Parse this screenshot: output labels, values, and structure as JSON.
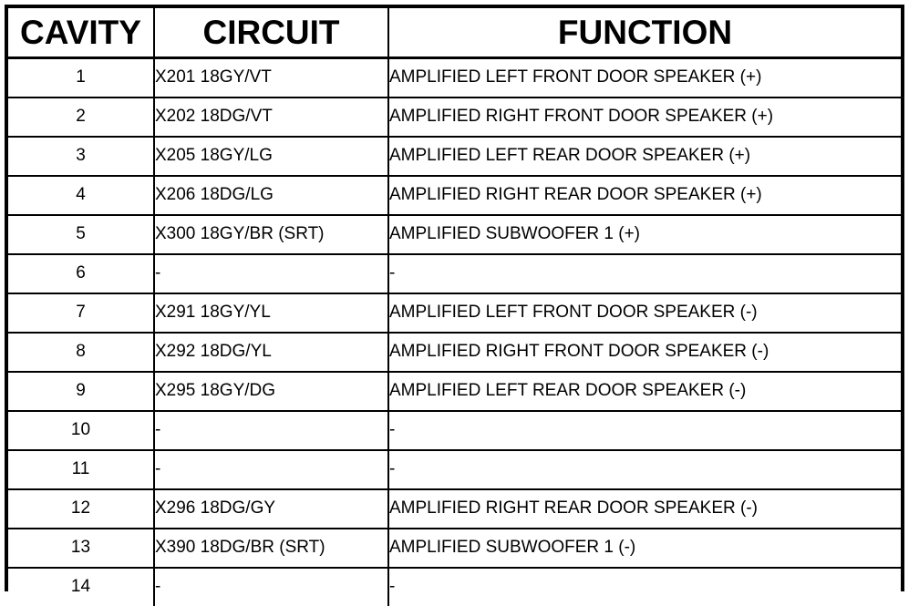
{
  "table": {
    "columns": [
      {
        "key": "cavity",
        "label": "CAVITY"
      },
      {
        "key": "circuit",
        "label": "CIRCUIT"
      },
      {
        "key": "function",
        "label": "FUNCTION"
      }
    ],
    "rows": [
      {
        "cavity": "1",
        "circuit": "X201 18GY/VT",
        "function": "AMPLIFIED LEFT FRONT DOOR SPEAKER (+)"
      },
      {
        "cavity": "2",
        "circuit": "X202 18DG/VT",
        "function": "AMPLIFIED RIGHT FRONT DOOR SPEAKER (+)"
      },
      {
        "cavity": "3",
        "circuit": "X205 18GY/LG",
        "function": "AMPLIFIED LEFT REAR DOOR SPEAKER (+)"
      },
      {
        "cavity": "4",
        "circuit": "X206 18DG/LG",
        "function": "AMPLIFIED RIGHT REAR DOOR SPEAKER (+)"
      },
      {
        "cavity": "5",
        "circuit": "X300 18GY/BR (SRT)",
        "function": "AMPLIFIED SUBWOOFER 1 (+)"
      },
      {
        "cavity": "6",
        "circuit": "-",
        "function": "-"
      },
      {
        "cavity": "7",
        "circuit": "X291 18GY/YL",
        "function": "AMPLIFIED LEFT FRONT DOOR SPEAKER (-)"
      },
      {
        "cavity": "8",
        "circuit": "X292 18DG/YL",
        "function": "AMPLIFIED RIGHT FRONT DOOR SPEAKER (-)"
      },
      {
        "cavity": "9",
        "circuit": "X295 18GY/DG",
        "function": "AMPLIFIED LEFT REAR DOOR SPEAKER (-)"
      },
      {
        "cavity": "10",
        "circuit": "-",
        "function": "-"
      },
      {
        "cavity": "11",
        "circuit": "-",
        "function": "-"
      },
      {
        "cavity": "12",
        "circuit": "X296 18DG/GY",
        "function": "AMPLIFIED RIGHT REAR DOOR SPEAKER (-)"
      },
      {
        "cavity": "13",
        "circuit": "X390 18DG/BR (SRT)",
        "function": "AMPLIFIED SUBWOOFER 1 (-)"
      },
      {
        "cavity": "14",
        "circuit": "-",
        "function": "-"
      }
    ]
  },
  "colors": {
    "border": "#000000",
    "text": "#000000",
    "background": "#ffffff"
  }
}
